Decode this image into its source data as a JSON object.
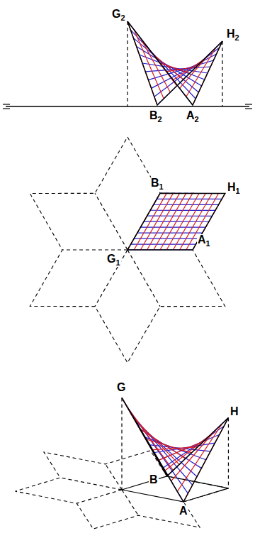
{
  "diagram": {
    "labels": [
      "G2",
      "H2",
      "B2",
      "A2",
      "B1",
      "H1",
      "G1",
      "A1",
      "G",
      "H",
      "B",
      "A"
    ]
  }
}
